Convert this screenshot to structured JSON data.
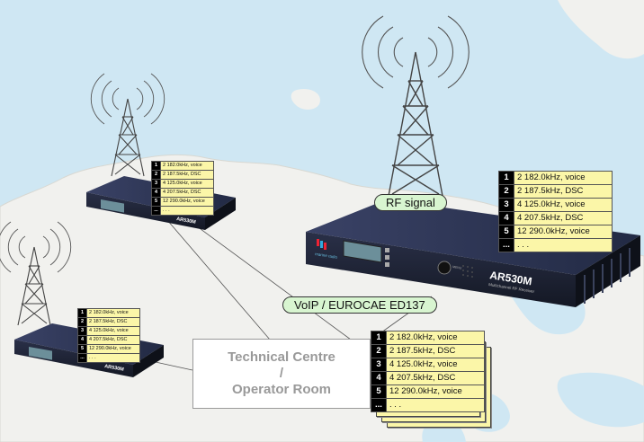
{
  "labels": {
    "rf_signal": "RF signal",
    "voip": "VoIP / EUROCAE ED137",
    "tech_centre_line1": "Technical Centre",
    "tech_centre_line2": "/",
    "tech_centre_line3": "Operator Room"
  },
  "receiver": {
    "model": "AR530M",
    "subtitle": "Multichannel RF Receiver",
    "brand": "marine radio",
    "knob_label": "MENU"
  },
  "channels_big": [
    {
      "num": "1",
      "label": "2 182.0kHz, voice"
    },
    {
      "num": "2",
      "label": "2 187.5kHz, DSC"
    },
    {
      "num": "3",
      "label": "4 125.0kHz, voice"
    },
    {
      "num": "4",
      "label": "4 207.5kHz, DSC"
    },
    {
      "num": "5",
      "label": "12 290.0kHz, voice"
    },
    {
      "num": "...",
      "label": ". . ."
    }
  ],
  "channels_small": [
    {
      "num": "1",
      "label": "2 182.0kHz, voice"
    },
    {
      "num": "2",
      "label": "2 187.5kHz, DSC"
    },
    {
      "num": "3",
      "label": "4 125.0kHz, voice"
    },
    {
      "num": "4",
      "label": "4 207.5kHz, DSC"
    },
    {
      "num": "5",
      "label": "12 290.0kHz, voice"
    },
    {
      "num": "...",
      "label": ". . ."
    }
  ],
  "colors": {
    "sea": "#cfe7f3",
    "land": "#f1f1ee",
    "table_bg": "#fbf6a8",
    "pill_bg": "#d8f5d0",
    "receiver_body": "#1c2030",
    "lcd": "#6c8f9a",
    "tower": "#444444"
  }
}
